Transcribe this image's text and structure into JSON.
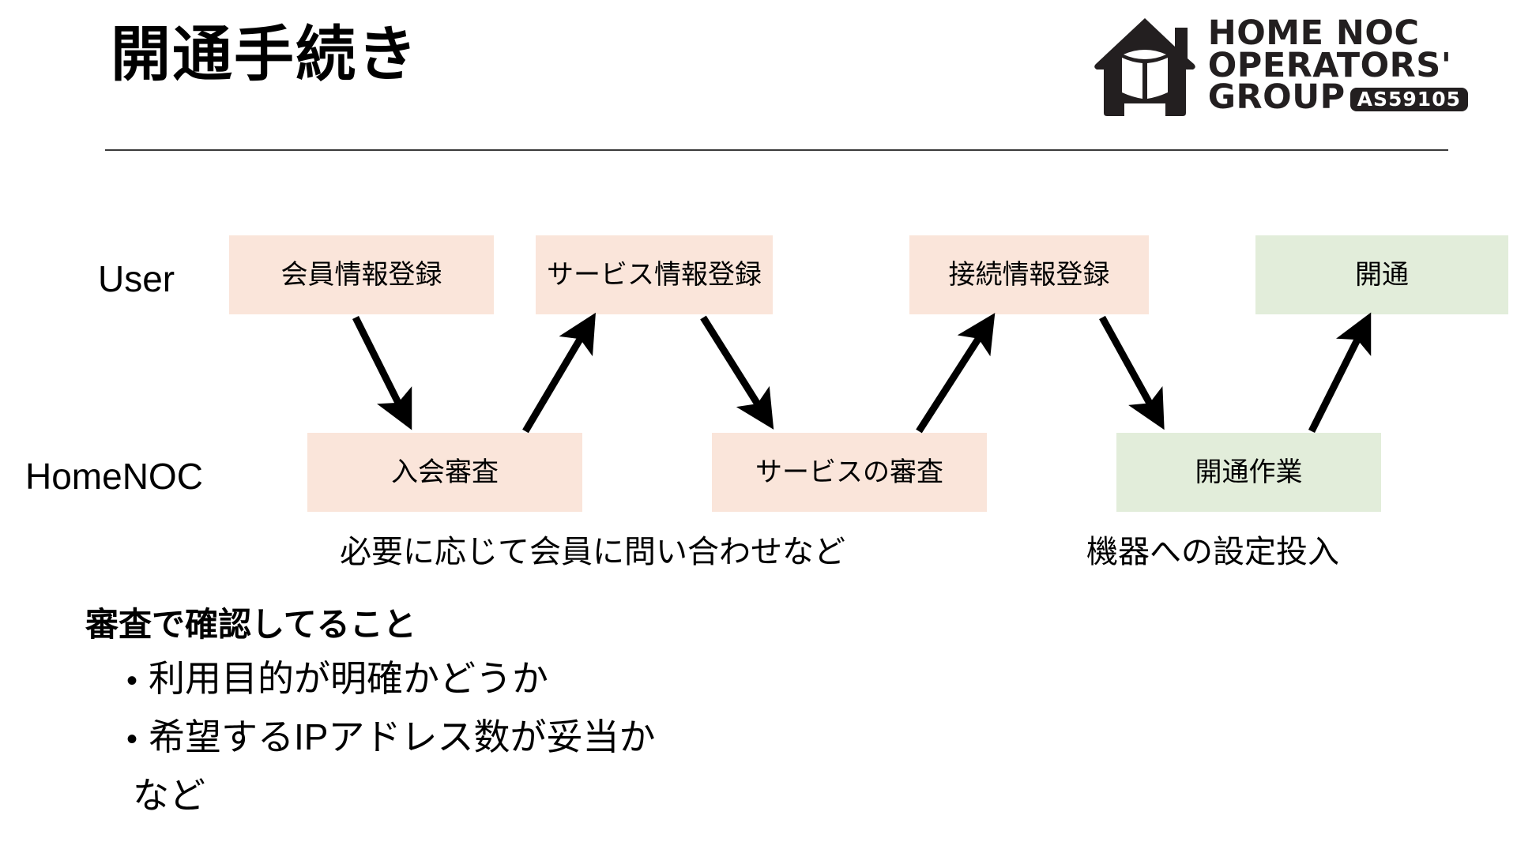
{
  "slide": {
    "title": "開通手続き",
    "background_color": "#ffffff"
  },
  "logo": {
    "icon_name": "house-with-box-logo",
    "line1": "HOME NOC",
    "line2": "OPERATORS'",
    "line3": "GROUP",
    "as_badge": "AS59105",
    "color": "#231f20"
  },
  "diagram": {
    "lanes": [
      {
        "id": "user",
        "label": "User"
      },
      {
        "id": "homenoc",
        "label": "HomeNOC"
      }
    ],
    "colors": {
      "peach": "#FAE5DA",
      "green": "#E2EDDA",
      "arrow": "#000000"
    },
    "boxes": [
      {
        "id": "member-register",
        "lane": "user",
        "label": "会員情報登録",
        "color": "peach"
      },
      {
        "id": "service-register",
        "lane": "user",
        "label": "サービス情報登録",
        "color": "peach"
      },
      {
        "id": "connection-info",
        "lane": "user",
        "label": "接続情報登録",
        "color": "peach"
      },
      {
        "id": "activation",
        "lane": "user",
        "label": "開通",
        "color": "green"
      },
      {
        "id": "membership-review",
        "lane": "homenoc",
        "label": "入会審査",
        "color": "peach"
      },
      {
        "id": "service-review",
        "lane": "homenoc",
        "label": "サービスの審査",
        "color": "peach"
      },
      {
        "id": "activation-work",
        "lane": "homenoc",
        "label": "開通作業",
        "color": "green"
      }
    ],
    "arrows": [
      {
        "from": "member-register",
        "to": "membership-review"
      },
      {
        "from": "membership-review",
        "to": "service-register"
      },
      {
        "from": "service-register",
        "to": "service-review"
      },
      {
        "from": "service-review",
        "to": "connection-info"
      },
      {
        "from": "connection-info",
        "to": "activation-work"
      },
      {
        "from": "activation-work",
        "to": "activation"
      }
    ],
    "captions": [
      {
        "id": "inquiry",
        "text": "必要に応じて会員に問い合わせなど"
      },
      {
        "id": "config",
        "text": "機器への設定投入"
      }
    ]
  },
  "notes": {
    "heading": "審査で確認してること",
    "bullet_marker": "•",
    "bullets": [
      "利用目的が明確かどうか",
      "希望するIPアドレス数が妥当か"
    ],
    "trailing": "など"
  }
}
